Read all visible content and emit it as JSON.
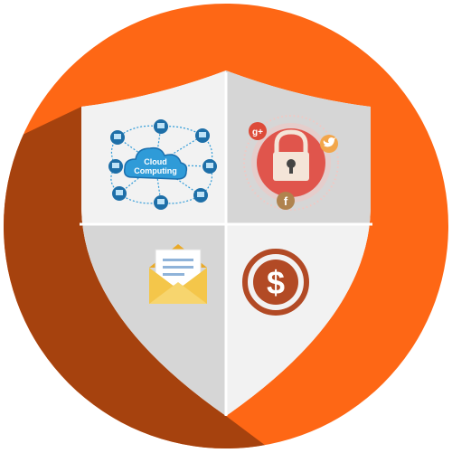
{
  "badge": {
    "cloud_label_line1": "Cloud",
    "cloud_label_line2": "Computing",
    "social_google": "g+",
    "social_facebook": "f",
    "dollar_symbol": "$"
  },
  "colors": {
    "circle": "#FE6715",
    "shadow": "#A6420E",
    "shield_light": "#F2F2F2",
    "shield_gray": "#D6D6D6",
    "shield_border": "#FFFFFF",
    "lock_red": "#E0554C",
    "envelope": "#F4C64A",
    "dollar": "#B24A25",
    "cloud_blue": "#2F9BD8",
    "google": "#DD4B39",
    "twitter": "#F2A64B",
    "facebook": "#B0834E"
  },
  "icons": [
    "cloud-computing-network-icon",
    "padlock-social-icon",
    "envelope-icon",
    "dollar-coin-icon"
  ]
}
